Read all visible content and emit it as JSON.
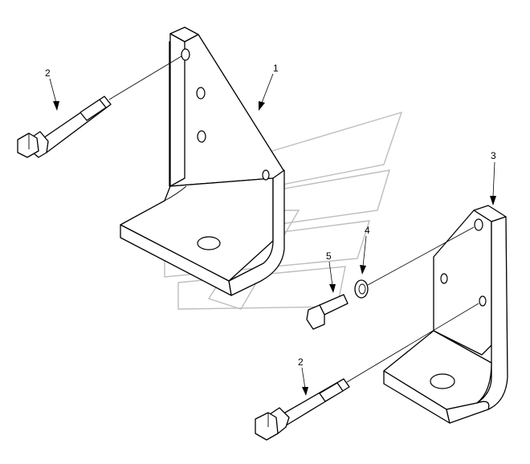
{
  "callouts": {
    "bracket_left": "1",
    "bolt_upper": "2",
    "bolt_lower": "2",
    "bracket_right": "3",
    "washer": "4",
    "bolt_small": "5"
  }
}
